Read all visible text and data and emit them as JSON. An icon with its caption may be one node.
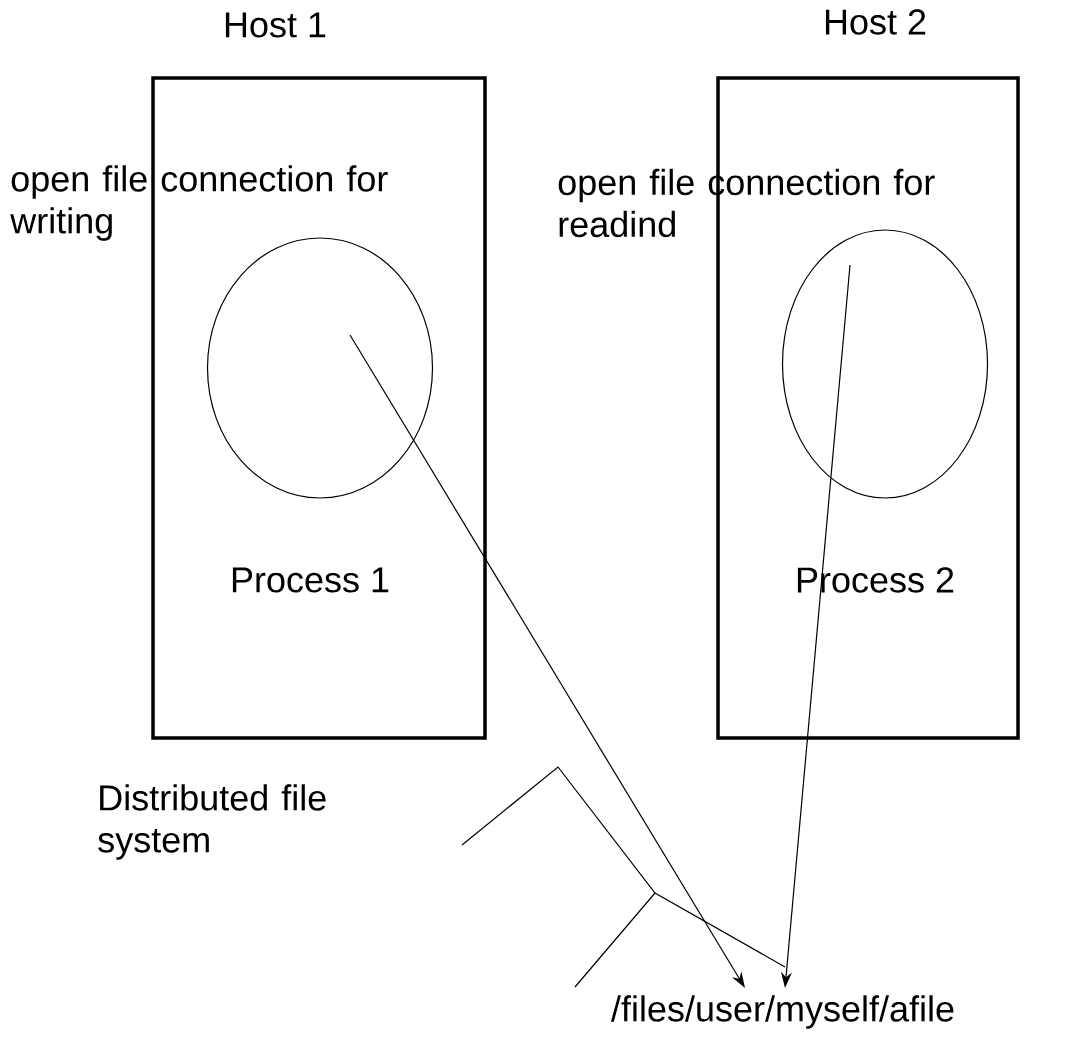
{
  "diagram": {
    "nodes": [
      {
        "text": [
          "Host 1",
          "Process 1"
        ]
      },
      {
        "text": [],
        "shape": "ellipse",
        "in": 0
      },
      {
        "text": [
          "Host 2",
          "Process 2"
        ]
      },
      {
        "text": [],
        "shape": "ellipse",
        "in": 2
      },
      {
        "text": [
          "/files/user/myself/afile"
        ]
      }
    ],
    "edges": [
      {
        "from": 1,
        "to": 4,
        "arrow": "to"
      },
      {
        "from": 3,
        "to": 4,
        "arrow": "to"
      }
    ],
    "labels": [
      "open file connection for writing",
      "open file connection for readind",
      "Distributed file system"
    ]
  }
}
